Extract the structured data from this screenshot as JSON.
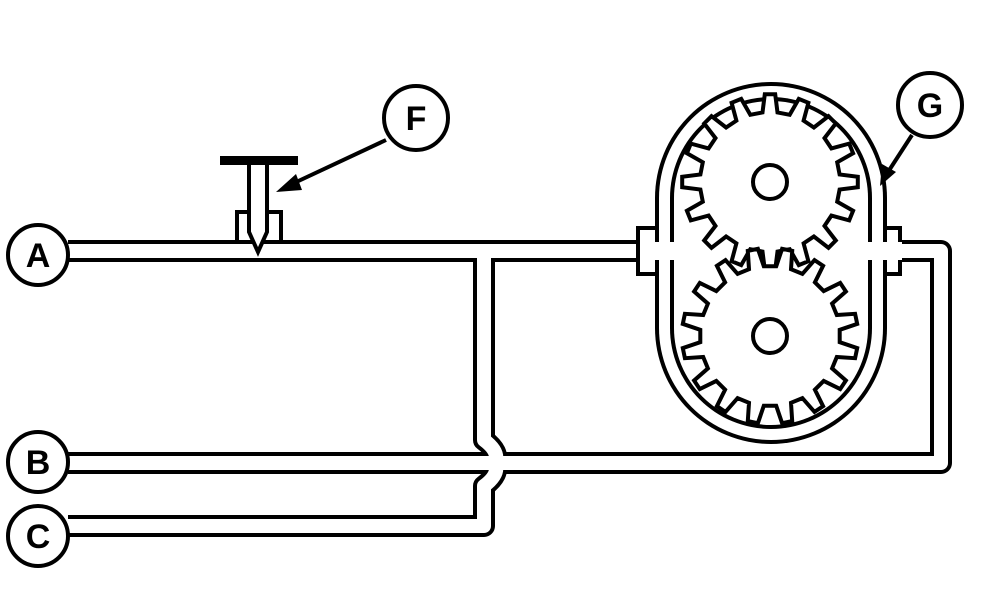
{
  "labels": {
    "a": "A",
    "b": "B",
    "c": "C",
    "f": "F",
    "g": "G"
  },
  "colors": {
    "line": "#000000",
    "background": "#ffffff"
  },
  "gear_teeth": 16
}
